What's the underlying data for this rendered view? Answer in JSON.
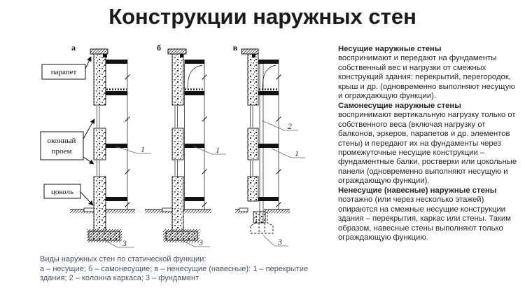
{
  "title": "Конструкции наружных стен",
  "figure": {
    "letters": {
      "a": "а",
      "b": "б",
      "v": "в"
    },
    "labels": {
      "parapet": "парапет",
      "window_line1": "оконный",
      "window_line2": "проем",
      "plinth": "цоколь"
    },
    "callouts": {
      "floor": "1",
      "column": "2",
      "foundation": "3"
    },
    "caption_line1": "Виды наружных стен по статической функции:",
    "caption_line2": "а – несущие; б – самонесущие; в – ненесущие (навесные): 1 – перекрытие",
    "caption_line3": "здания; 2 – колонна каркаса; 3 – фундамент"
  },
  "sidebar": {
    "paragraphs": [
      {
        "heading": "Несущие наружные стены",
        "body": "воспринимают и передают на фундаменты собственный вес и нагрузки от смежных конструкций здания: перекрытий, перегородок, крыш и др. (одновременно выполняют несущую и ограждающую функции)."
      },
      {
        "heading": "Самонесущие наружные стены",
        "body": "воспринимают вертикальную нагрузку только от собственного веса (включая нагрузку от балконов, эркеров, парапетов и др. элементов стены) и передают их на фундаменты через промежуточные несущие конструкции – фундаментные балки, ростверки или цокольные панели (одновременно выполняют несущую и ограждающую функции)."
      },
      {
        "heading": "Ненесущие (навесные) наружные стены",
        "body": "поэтажно (или через несколько этажей) опираются на смежные несущие конструкции здания – перекрытия, каркас или стены. Таким образом, навесные стены выполняют только ограждающую функцию."
      }
    ]
  },
  "colors": {
    "ink": "#111111",
    "title": "#1a1a1a",
    "caption": "#44546a",
    "body": "#262626",
    "leader": "#666666"
  }
}
